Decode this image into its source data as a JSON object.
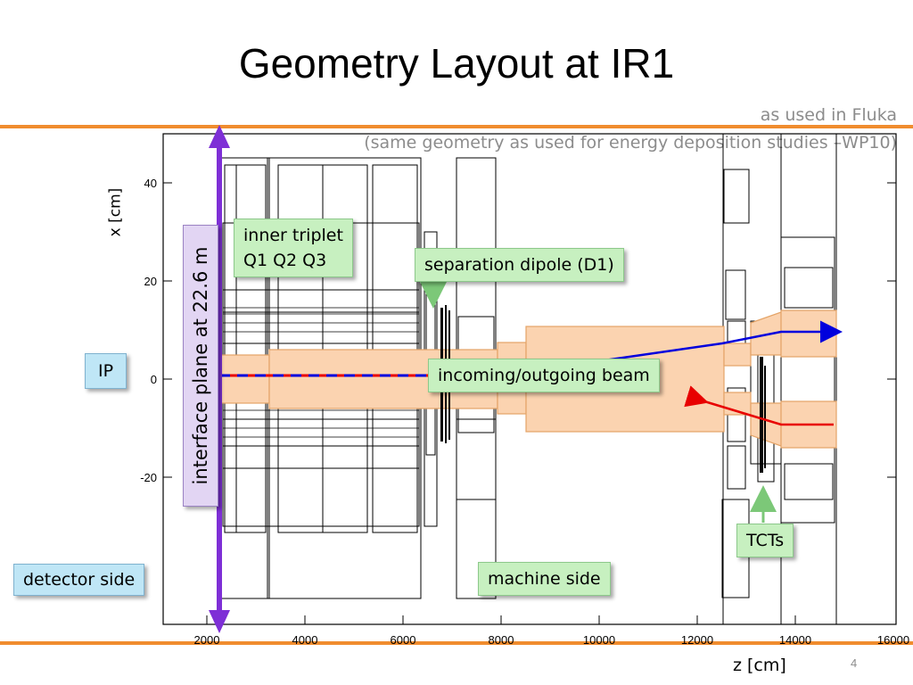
{
  "slide": {
    "title": "Geometry Layout at IR1",
    "subtitle_line1": "as used in Fluka",
    "subtitle_line2": "(same geometry as used for energy deposition studies –WP10)",
    "page_number": "4",
    "rule_color": "#f08c2e"
  },
  "plot": {
    "x_label": "z [cm]",
    "y_label": "x [cm]",
    "x_ticks": [
      "2000",
      "4000",
      "6000",
      "8000",
      "10000",
      "12000",
      "14000",
      "16000"
    ],
    "y_ticks": [
      "40",
      "20",
      "0",
      "-20"
    ]
  },
  "labels": {
    "inner_triplet_line1": "inner triplet",
    "inner_triplet_line2": "Q1 Q2 Q3",
    "separation_dipole": "separation dipole (D1)",
    "ip": "IP",
    "beam": "incoming/outgoing beam",
    "interface_plane": "interface plane at 22.6 m",
    "tcts": "TCTs",
    "detector_side": "detector side",
    "machine_side": "machine side"
  },
  "colors": {
    "accent_purple": "#7e2fd6",
    "beam_in": "#0000dd",
    "beam_out": "#e80000",
    "pipe_fill": "#fbd3b0",
    "pipe_stroke": "#e4a468"
  }
}
